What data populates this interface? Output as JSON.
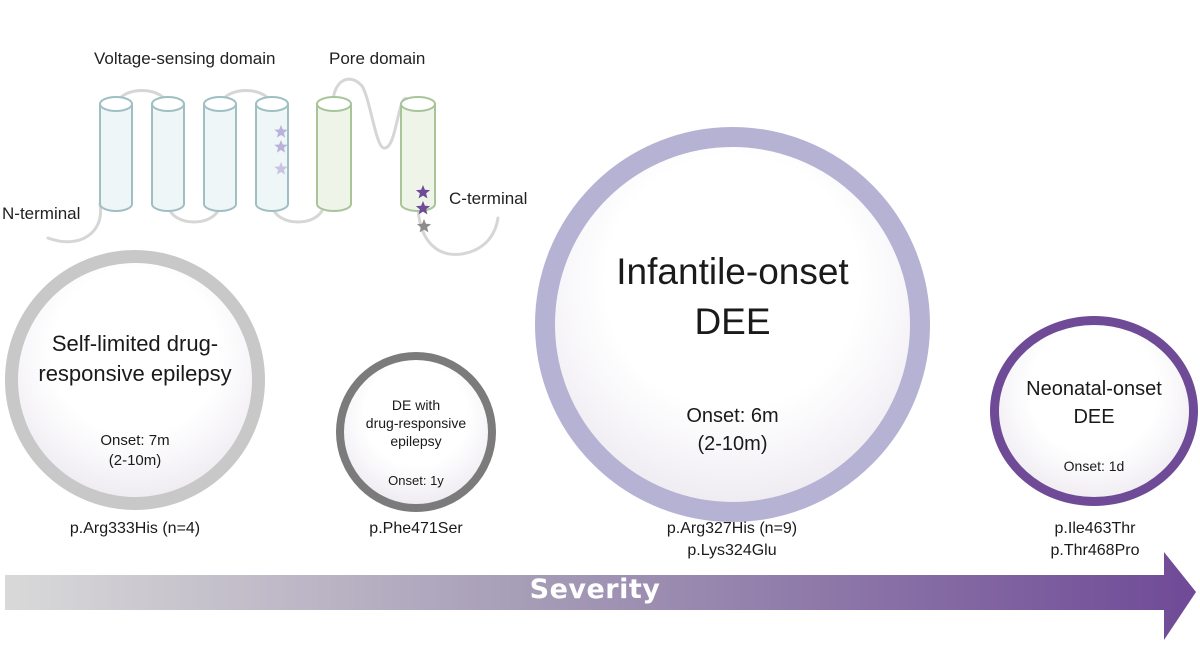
{
  "topology": {
    "voltage_sensing_label": "Voltage-sensing domain",
    "pore_label": "Pore domain",
    "n_terminal_label": "N-terminal",
    "c_terminal_label": "C-terminal",
    "colors": {
      "vsd_segment": "#eef6f7",
      "pore_segment": "#eef5e8",
      "star_light": "#b9b2da",
      "star_dark": "#6f4a97",
      "star_gray": "#8c8c8c"
    }
  },
  "phenotypes": [
    {
      "title_line1": "Self-limited drug-",
      "title_line2": "responsive epilepsy",
      "onset_line1": "Onset: 7m",
      "onset_line2": "(2-10m)",
      "variant_line1": "p.Arg333His (n=4)",
      "ring_color": "#c8c8c8"
    },
    {
      "title_line1": "DE with",
      "title_line2": "drug-responsive",
      "title_line3": "epilepsy",
      "onset_line1": "Onset: 1y",
      "variant_line1": "p.Phe471Ser",
      "ring_color": "#7b7b7b"
    },
    {
      "title_line1": "Infantile-onset",
      "title_line2": "DEE",
      "onset_line1": "Onset: 6m",
      "onset_line2": "(2-10m)",
      "variant_line1": "p.Arg327His (n=9)",
      "variant_line2": "p.Lys324Glu",
      "ring_color": "#b6b2d4"
    },
    {
      "title_line1": "Neonatal-onset",
      "title_line2": "DEE",
      "onset_line1": "Onset: 1d",
      "variant_line1": "p.Ile463Thr",
      "variant_line2": "p.Thr468Pro",
      "ring_color": "#6f4a97"
    }
  ],
  "severity": {
    "label": "Severity",
    "gradient_start": "#d9d9d9",
    "gradient_end": "#6f4a97"
  }
}
